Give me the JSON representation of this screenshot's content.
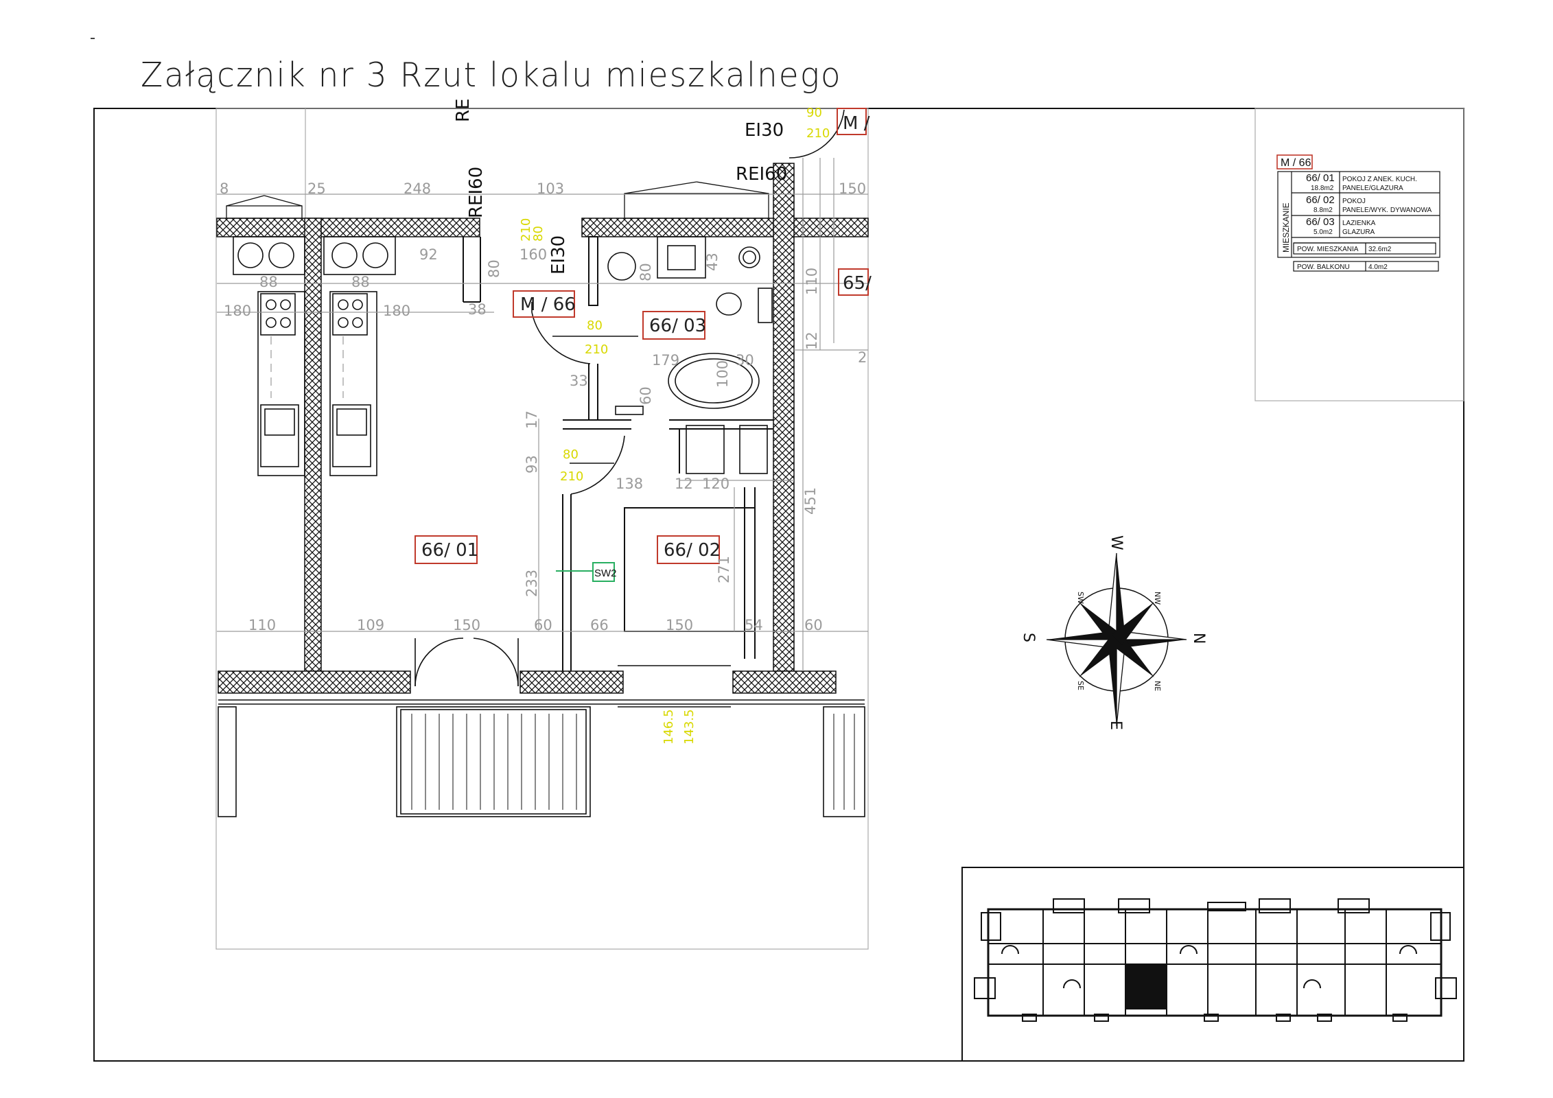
{
  "title": "Załącznik nr 3 Rzut lokalu mieszkalnego",
  "fire_labels": {
    "rei_top": "RE",
    "ei30_top": "EI30",
    "rei60_left": "REI60",
    "rei60_right": "REI60",
    "ei30_door": "EI30"
  },
  "unit_tags": {
    "m_top": "M /",
    "m66": "M / 66",
    "neighbor": "65/"
  },
  "rooms": {
    "r1": "66/ 01",
    "r2": "66/ 02",
    "r3": "66/ 03",
    "sw2": "SW2"
  },
  "dimensions": {
    "top": [
      "8",
      "25",
      "248",
      "103",
      "150"
    ],
    "row2": [
      "88",
      "88",
      "92",
      "80",
      "160",
      "80",
      "43"
    ],
    "row3": [
      "180",
      "180",
      "38"
    ],
    "inner": [
      "179",
      "33",
      "60",
      "100",
      "30",
      "138",
      "12",
      "120",
      "93",
      "17",
      "233",
      "271",
      "451",
      "110",
      "12",
      "2"
    ],
    "bottom": [
      "110",
      "109",
      "150",
      "60",
      "66",
      "150",
      "54",
      "60"
    ],
    "yellow": [
      "80",
      "210",
      "80",
      "210",
      "80",
      "210",
      "146.5",
      "143.5",
      "210",
      "90"
    ]
  },
  "legend": {
    "header": "M / 66",
    "side_label": "MIESZKANIE",
    "rows": [
      {
        "id": "66/ 01",
        "area": "18.8m2",
        "name": "POKOJ Z ANEK. KUCH.",
        "finish": "PANELE/GLAZURA"
      },
      {
        "id": "66/ 02",
        "area": "8.8m2",
        "name": "POKOJ",
        "finish": "PANELE/WYK. DYWANOWA"
      },
      {
        "id": "66/ 03",
        "area": "5.0m2",
        "name": "LAZIENKA",
        "finish": "GLAZURA"
      }
    ],
    "pow_mieszkania_label": "POW. MIESZKANIA",
    "pow_mieszkania": "32.6m2",
    "pow_balkonu_label": "POW. BALKONU",
    "pow_balkonu": "4.0m2"
  },
  "compass": {
    "main": {
      "n": "N",
      "s": "S",
      "e": "E",
      "w": "W"
    },
    "minor": {
      "nw": "NW",
      "sw": "SW",
      "ne": "NE",
      "se": "SE"
    }
  },
  "colors": {
    "line": "#111111",
    "tag_red": "#c0392b",
    "dim_gray": "#9a9a9a",
    "dim_yellow": "#d8d800",
    "sw_green": "#27ae60"
  }
}
